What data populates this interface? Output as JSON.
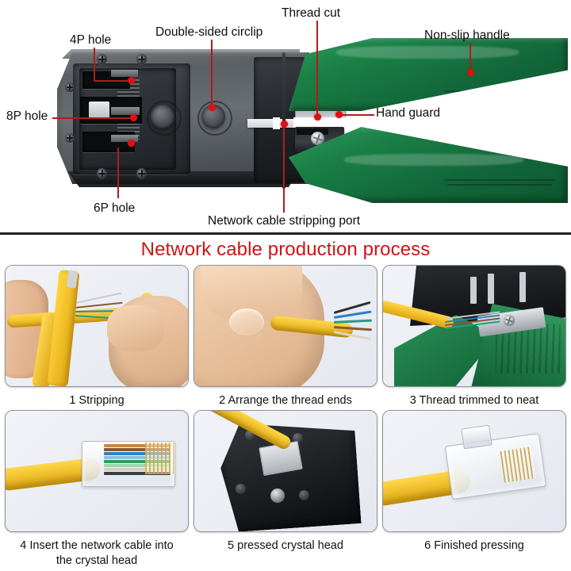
{
  "diagram": {
    "labels": [
      {
        "id": "4p-hole",
        "text": "4P hole"
      },
      {
        "id": "double-sided-circlip",
        "text": "Double-sided circlip"
      },
      {
        "id": "thread-cut",
        "text": "Thread cut"
      },
      {
        "id": "non-slip-handle",
        "text": "Non-slip handle"
      },
      {
        "id": "8p-hole",
        "text": "8P hole"
      },
      {
        "id": "hand-guard",
        "text": "Hand guard"
      },
      {
        "id": "6p-hole",
        "text": "6P hole"
      },
      {
        "id": "stripping-port",
        "text": "Network cable stripping port"
      }
    ]
  },
  "process": {
    "title": "Network cable production process",
    "steps": [
      {
        "number": "1",
        "caption": "1 Stripping"
      },
      {
        "number": "2",
        "caption": "2 Arrange the thread ends"
      },
      {
        "number": "3",
        "caption": "3 Thread trimmed to neat"
      },
      {
        "number": "4",
        "caption": "4 Insert the network cable into"
      },
      {
        "number": "4b",
        "caption": "the crystal head"
      },
      {
        "number": "5",
        "caption": "5 pressed crystal head"
      },
      {
        "number": "6",
        "caption": "6 Finished pressing"
      }
    ]
  },
  "colors": {
    "callout_red": "#b01c1c",
    "dot_red": "#e01010",
    "title_red": "#cc1515",
    "handle_green": "#1a7f45",
    "cable_yellow": "#ffd84a",
    "tool_gray": "#5b6065",
    "divider": "#14171b"
  },
  "wire_colors": [
    "#f0f2f4",
    "#c87b33",
    "#8c5a2b",
    "#2f7fc4",
    "#1f9e86",
    "#2f9c54",
    "#e0d6c6",
    "#2a2f33"
  ]
}
